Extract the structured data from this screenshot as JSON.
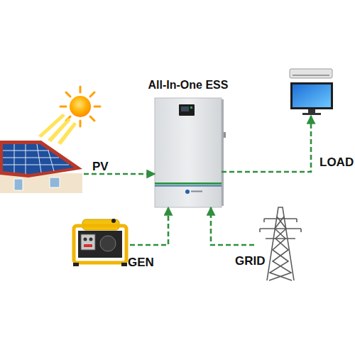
{
  "diagram": {
    "nodes": [
      {
        "text": [
          "All-In-One ESS"
        ]
      },
      {
        "text": [
          "PV"
        ]
      },
      {
        "text": [
          "LOAD"
        ]
      },
      {
        "text": [
          "GEN"
        ]
      },
      {
        "text": [
          "GRID"
        ]
      }
    ],
    "edges": [
      {
        "from": 1,
        "to": 0,
        "arrow": "to"
      },
      {
        "from": 0,
        "to": 2,
        "arrow": "to"
      },
      {
        "from": 3,
        "to": 0,
        "arrow": "to"
      },
      {
        "from": 4,
        "to": 0,
        "arrow": "to"
      }
    ]
  }
}
